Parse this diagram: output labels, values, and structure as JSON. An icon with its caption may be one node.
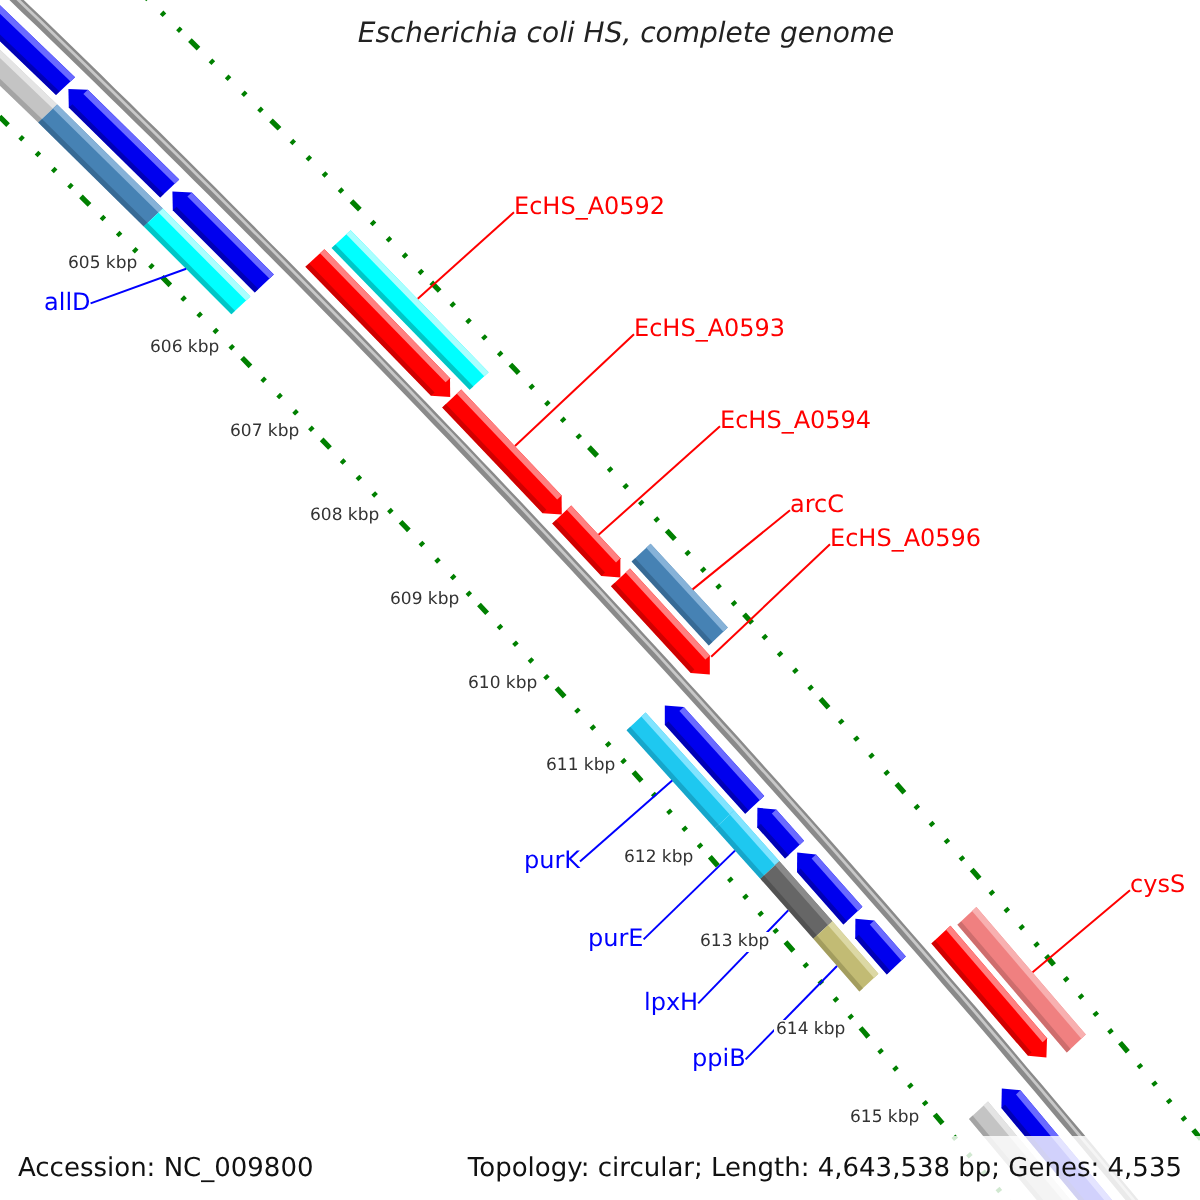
{
  "diagram": {
    "title": "Escherichia coli HS, complete genome",
    "nodes": [
      {
        "text": [
          "EcHS_A0592"
        ]
      },
      {
        "text": [],
        "shape": "bar"
      },
      {
        "text": [
          "allD"
        ]
      },
      {
        "text": [],
        "shape": "bar"
      },
      {
        "text": [
          "EcHS_A0593"
        ]
      },
      {
        "text": [],
        "shape": "arrow"
      },
      {
        "text": [
          "EcHS_A0594"
        ]
      },
      {
        "text": [],
        "shape": "arrow"
      },
      {
        "text": [
          "arcC"
        ]
      },
      {
        "text": [],
        "shape": "bar"
      },
      {
        "text": [
          "EcHS_A0596"
        ]
      },
      {
        "text": [],
        "shape": "arrow"
      },
      {
        "text": [
          "purK"
        ]
      },
      {
        "text": [],
        "shape": "bar"
      },
      {
        "text": [
          "cysS"
        ]
      },
      {
        "text": [],
        "shape": "bar"
      },
      {
        "text": [
          "purE"
        ]
      },
      {
        "text": [],
        "shape": "bar"
      },
      {
        "text": [
          "lpxH"
        ]
      },
      {
        "text": [],
        "shape": "bar"
      },
      {
        "text": [
          "ppiB"
        ]
      },
      {
        "text": [],
        "shape": "bar"
      }
    ],
    "edges": [
      {
        "from": 0,
        "to": 1,
        "arrow": "none"
      },
      {
        "from": 2,
        "to": 3,
        "arrow": "none",
        "color": "#0000ff"
      },
      {
        "from": 4,
        "to": 5,
        "arrow": "none"
      },
      {
        "from": 6,
        "to": 7,
        "arrow": "none"
      },
      {
        "from": 8,
        "to": 9,
        "arrow": "none"
      },
      {
        "from": 10,
        "to": 11,
        "arrow": "none"
      },
      {
        "from": 12,
        "to": 13,
        "arrow": "none",
        "color": "#0000ff"
      },
      {
        "from": 14,
        "to": 15,
        "arrow": "none"
      },
      {
        "from": 16,
        "to": 17,
        "arrow": "none",
        "color": "#0000ff"
      },
      {
        "from": 18,
        "to": 19,
        "arrow": "none",
        "color": "#0000ff"
      },
      {
        "from": 20,
        "to": 21,
        "arrow": "none",
        "color": "#0000ff"
      }
    ],
    "labels": [
      "605 kbp",
      "606 kbp",
      "607 kbp",
      "608 kbp",
      "609 kbp",
      "610 kbp",
      "611 kbp",
      "612 kbp",
      "613 kbp",
      "614 kbp",
      "615 kbp",
      "Accession: NC_009800",
      "Topology: circular; Length: 4,643,538 bp; Genes: 4,535"
    ]
  }
}
